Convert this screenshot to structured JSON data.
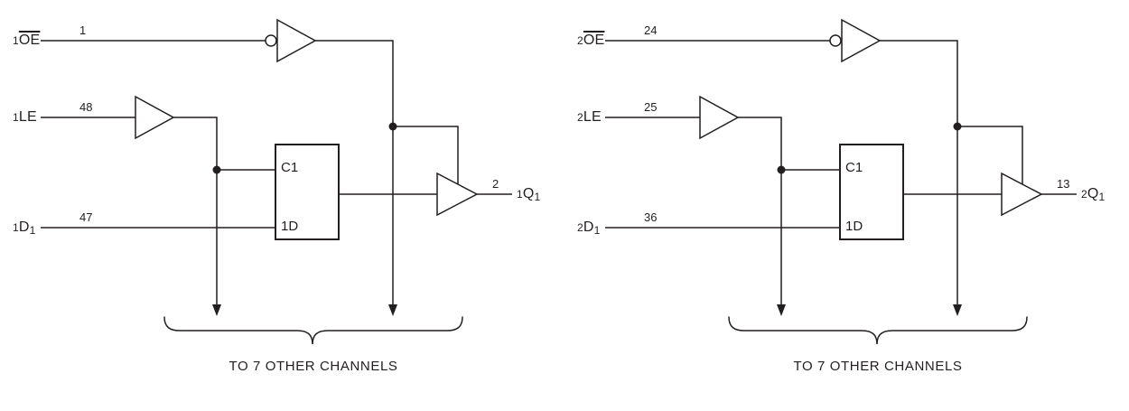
{
  "diagram": {
    "line_color": "#231f20",
    "background_color": "#ffffff",
    "channels": [
      {
        "oe": {
          "prefix": "1",
          "name": "OE",
          "pin": "1"
        },
        "le": {
          "prefix": "1",
          "name": "LE",
          "pin": "48"
        },
        "d": {
          "prefix": "1",
          "name": "D",
          "sub": "1",
          "pin": "47"
        },
        "q": {
          "prefix": "1",
          "name": "Q",
          "sub": "1",
          "pin": "2"
        },
        "latch": {
          "clock_label": "C1",
          "data_label": "1D"
        },
        "brace_label": "TO 7 OTHER CHANNELS"
      },
      {
        "oe": {
          "prefix": "2",
          "name": "OE",
          "pin": "24"
        },
        "le": {
          "prefix": "2",
          "name": "LE",
          "pin": "25"
        },
        "d": {
          "prefix": "2",
          "name": "D",
          "sub": "1",
          "pin": "36"
        },
        "q": {
          "prefix": "2",
          "name": "Q",
          "sub": "1",
          "pin": "13"
        },
        "latch": {
          "clock_label": "C1",
          "data_label": "1D"
        },
        "brace_label": "TO 7 OTHER CHANNELS"
      }
    ]
  }
}
